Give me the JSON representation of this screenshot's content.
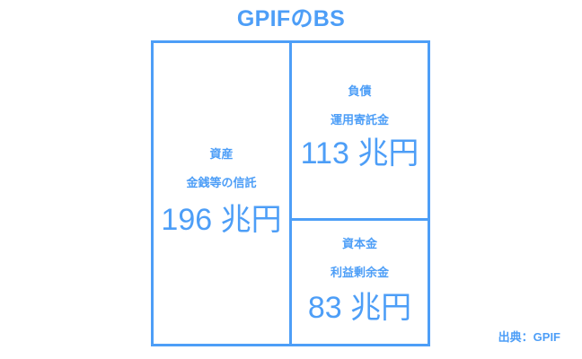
{
  "title": "GPIFのBS",
  "accent_color": "#4d9ef7",
  "background_color": "#ffffff",
  "source_note": "出典：GPIF",
  "balance_sheet": {
    "assets": {
      "title": "資産",
      "subtitle": "金銭等の信託",
      "amount": "196 兆円"
    },
    "liabilities": {
      "title": "負債",
      "subtitle": "運用寄託金",
      "amount": "113 兆円"
    },
    "equity": {
      "title": "資本金",
      "subtitle": "利益剰余金",
      "amount": "83 兆円"
    }
  },
  "chart_data": {
    "type": "bar",
    "title": "GPIFのBS",
    "categories": [
      "資産 金銭等の信託",
      "負債 運用寄託金",
      "資本金 利益剰余金"
    ],
    "values": [
      196,
      113,
      83
    ],
    "unit": "兆円",
    "xlabel": "",
    "ylabel": "",
    "annotations": [
      "出典：GPIF"
    ],
    "legend_position": "none",
    "grid": false
  }
}
